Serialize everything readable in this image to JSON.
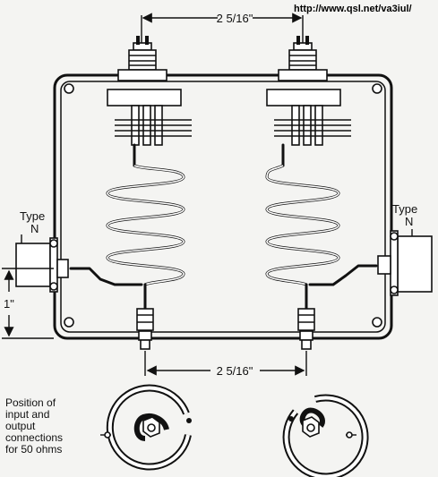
{
  "source_url": "http://www.qsl.net/va3iul/",
  "dims": {
    "top": "2 5/16\"",
    "bottom": "2 5/16\"",
    "left_height": "1\""
  },
  "connectors": {
    "left_type": "Type",
    "left_n": "N",
    "right_type": "Type",
    "right_n": "N"
  },
  "caption_lines": [
    "Position of",
    "input and",
    "output",
    "connections",
    "for 50 ohms"
  ]
}
